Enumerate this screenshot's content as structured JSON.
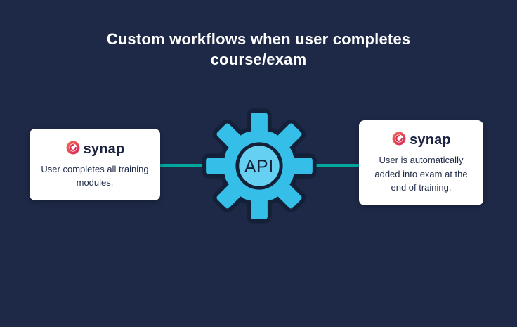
{
  "title": "Custom workflows when user completes course/exam",
  "api_gear": {
    "label": "API"
  },
  "left_card": {
    "brand": "synap",
    "description": "User completes all training modules."
  },
  "right_card": {
    "brand": "synap",
    "description": "User is automatically added into exam at the end of training."
  },
  "colors": {
    "background": "#1e2947",
    "title_text": "#ffffff",
    "connector_teal": "#00a79d",
    "gear_cyan": "#35bfe8",
    "gear_hub_cyan": "#66d0f2",
    "gear_outline": "#132038",
    "card_background": "#ffffff",
    "card_text": "#1e2947",
    "brand_red": "#e8394f"
  }
}
